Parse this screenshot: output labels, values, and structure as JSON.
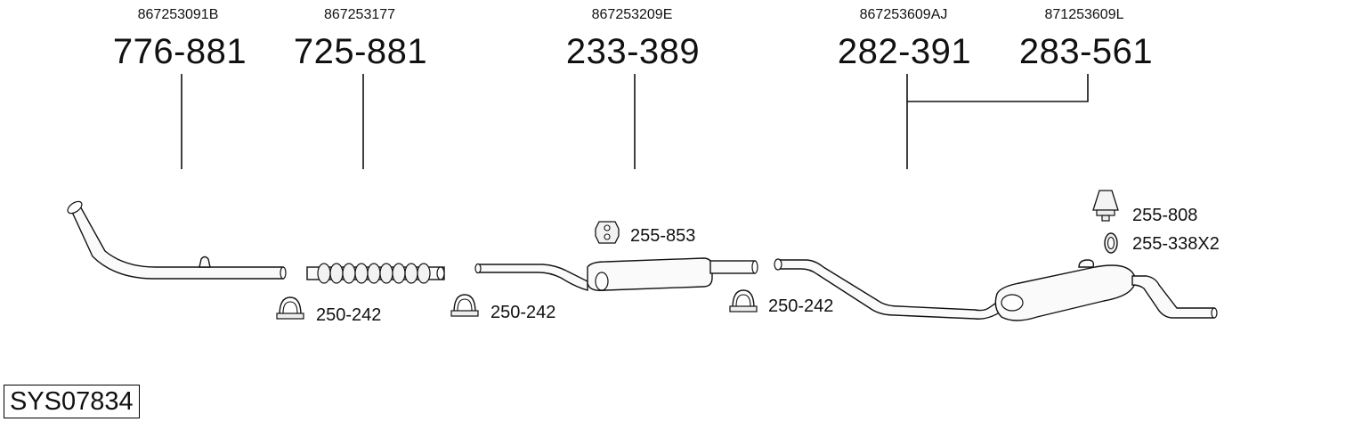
{
  "components": [
    {
      "oem": "867253091B",
      "part": "776-881"
    },
    {
      "oem": "867253177",
      "part": "725-881"
    },
    {
      "oem": "867253209E",
      "part": "233-389"
    },
    {
      "oem": "867253609AJ",
      "part": "282-391"
    },
    {
      "oem": "871253609L",
      "part": "283-561"
    }
  ],
  "accessories": [
    {
      "part": "250-242",
      "icon": "clamp-icon"
    },
    {
      "part": "250-242",
      "icon": "clamp-icon"
    },
    {
      "part": "255-853",
      "icon": "rubber-hanger-icon"
    },
    {
      "part": "250-242",
      "icon": "clamp-icon"
    },
    {
      "part": "255-808",
      "icon": "mounting-rubber-icon"
    },
    {
      "part": "255-338X2",
      "icon": "ring-icon"
    }
  ],
  "system_code": "SYS07834"
}
